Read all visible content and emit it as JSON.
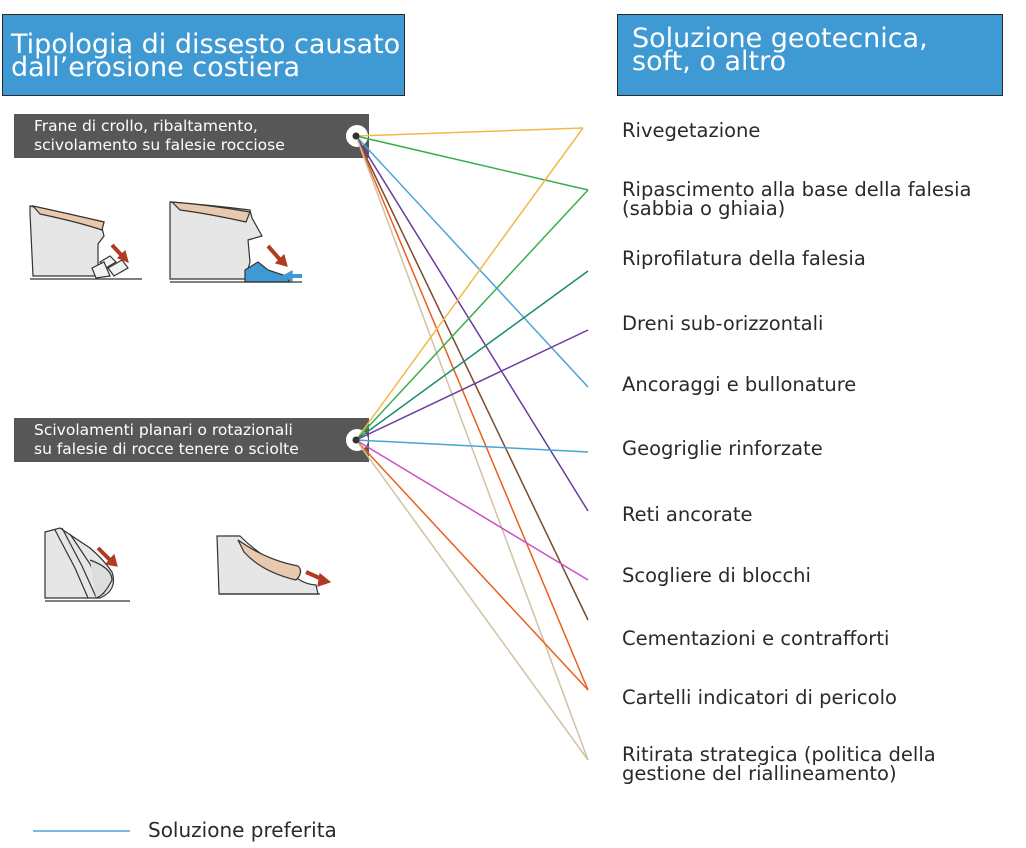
{
  "headers": {
    "left": {
      "line1": "Tipologia di dissesto causato",
      "line2": "dall’erosione costiera"
    },
    "right": {
      "line1": "Soluzione geotecnica,",
      "line2": "soft, o altro"
    }
  },
  "categories": [
    {
      "line1": "Frane di crollo, ribaltamento,",
      "line2": "scivolamento su falesie rocciose"
    },
    {
      "line1": "Scivolamenti planari o rotazionali",
      "line2": "su falesie di rocce tenere o sciolte"
    }
  ],
  "solutions": [
    {
      "line1": "Rivegetazione"
    },
    {
      "line1": "Ripascimento alla base della falesia",
      "line2": "(sabbia o ghiaia)"
    },
    {
      "line1": "Riprofilatura della falesia"
    },
    {
      "line1": "Dreni sub-orizzontali"
    },
    {
      "line1": "Ancoraggi e bullonature"
    },
    {
      "line1": "Geogriglie rinforzate"
    },
    {
      "line1": "Reti ancorate"
    },
    {
      "line1": "Scogliere di blocchi"
    },
    {
      "line1": "Cementazioni e contrafforti"
    },
    {
      "line1": "Cartelli indicatori di pericolo"
    },
    {
      "line1": "Ritirata strategica (politica della",
      "line2": "gestione del riallineamento)"
    }
  ],
  "legend": {
    "label": "Soluzione preferita",
    "color": "#4aa3d8"
  },
  "colors": {
    "header_bg": "#3f9ad4",
    "category_bg": "#575757",
    "link_colors": [
      "#f2b84b",
      "#36b04a",
      "#1c8a6e",
      "#6a3aa0",
      "#4aa3d8",
      "#8a2ea0",
      "#c94fc6",
      "#7a4a2a",
      "#e8601c",
      "#d2c2a4"
    ]
  }
}
